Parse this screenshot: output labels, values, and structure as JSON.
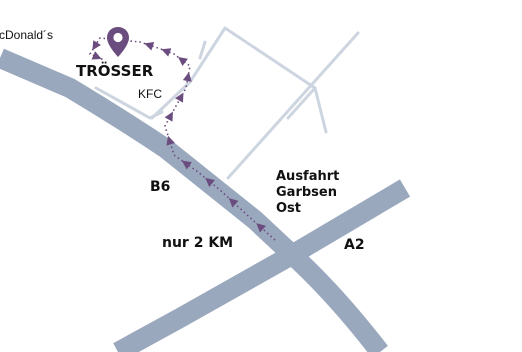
{
  "colors": {
    "major_road": "#9aa8be",
    "minor_road": "#cdd5e0",
    "route": "#6b4c7e",
    "marker": "#6b4c7e",
    "text": "#111111"
  },
  "labels": {
    "mcdonalds": "cDonald´s",
    "store": "TRÖSSER",
    "kfc": "KFC",
    "b6": "B6",
    "exit_line1": "Ausfahrt",
    "exit_line2": "Garbsen",
    "exit_line3": "Ost",
    "distance": "nur 2 KM",
    "a2": "A2"
  },
  "icons": {
    "marker": "map-pin-icon",
    "route_arrow": "triangle-arrow-icon"
  }
}
